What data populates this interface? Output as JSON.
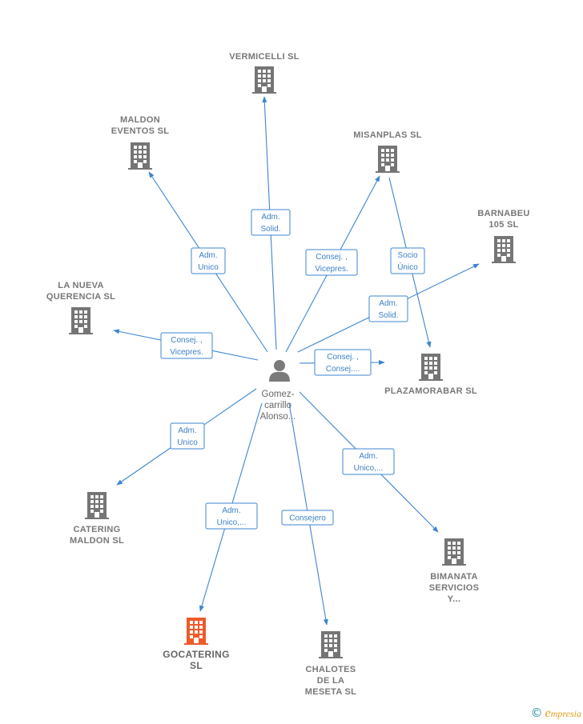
{
  "colors": {
    "edge": "#3d85d0",
    "building": "#757575",
    "focus_building": "#ee5a2a",
    "label": "#777777"
  },
  "center": {
    "name_lines": [
      "Gomez-",
      "carrillo",
      "Alonso..."
    ],
    "icon": "person-icon"
  },
  "nodes": [
    {
      "id": "vermicelli",
      "lines": [
        "VERMICELLI SL"
      ],
      "focus": false
    },
    {
      "id": "maldon-eventos",
      "lines": [
        "MALDON",
        "EVENTOS  SL"
      ],
      "focus": false
    },
    {
      "id": "misanplas",
      "lines": [
        "MISANPLAS SL"
      ],
      "focus": false
    },
    {
      "id": "barnabeu",
      "lines": [
        "BARNABEU",
        "105 SL"
      ],
      "focus": false
    },
    {
      "id": "la-nueva-querencia",
      "lines": [
        "LA NUEVA",
        "QUERENCIA SL"
      ],
      "focus": false
    },
    {
      "id": "plazamorabar",
      "lines": [
        "PLAZAMORABAR SL"
      ],
      "focus": false
    },
    {
      "id": "catering-maldon",
      "lines": [
        "CATERING",
        "MALDON SL"
      ],
      "focus": false
    },
    {
      "id": "bimanata",
      "lines": [
        "BIMANATA",
        "SERVICIOS",
        "Y..."
      ],
      "focus": false
    },
    {
      "id": "gocatering",
      "lines": [
        "GOCATERING",
        "SL"
      ],
      "focus": true
    },
    {
      "id": "chalotes",
      "lines": [
        "CHALOTES",
        "DE LA",
        "MESETA SL"
      ],
      "focus": false
    }
  ],
  "edges": [
    {
      "to": "vermicelli",
      "label_lines": [
        "Adm.",
        "Solid."
      ]
    },
    {
      "to": "maldon-eventos",
      "label_lines": [
        "Adm.",
        "Unico"
      ]
    },
    {
      "to": "misanplas",
      "label_lines": [
        "Consej. ,",
        "Vicepres."
      ]
    },
    {
      "to": "barnabeu",
      "label_lines": [
        "Adm.",
        "Solid."
      ]
    },
    {
      "to": "la-nueva-querencia",
      "label_lines": [
        "Consej. ,",
        "Vicepres."
      ]
    },
    {
      "to": "plazamorabar",
      "label_lines": [
        "Consej. ,",
        "Consej...."
      ]
    },
    {
      "to": "catering-maldon",
      "label_lines": [
        "Adm.",
        "Unico"
      ]
    },
    {
      "to": "bimanata",
      "label_lines": [
        "Adm.",
        "Unico,..."
      ]
    },
    {
      "to": "gocatering",
      "label_lines": [
        "Adm.",
        "Unico,..."
      ]
    },
    {
      "to": "chalotes",
      "label_lines": [
        "Consejero"
      ]
    },
    {
      "from": "misanplas",
      "to": "plazamorabar",
      "label_lines": [
        "Socio",
        "Único"
      ]
    }
  ],
  "footer": {
    "copyright_symbol": "©",
    "brand_initial": "e",
    "brand_rest": "mpresia"
  }
}
